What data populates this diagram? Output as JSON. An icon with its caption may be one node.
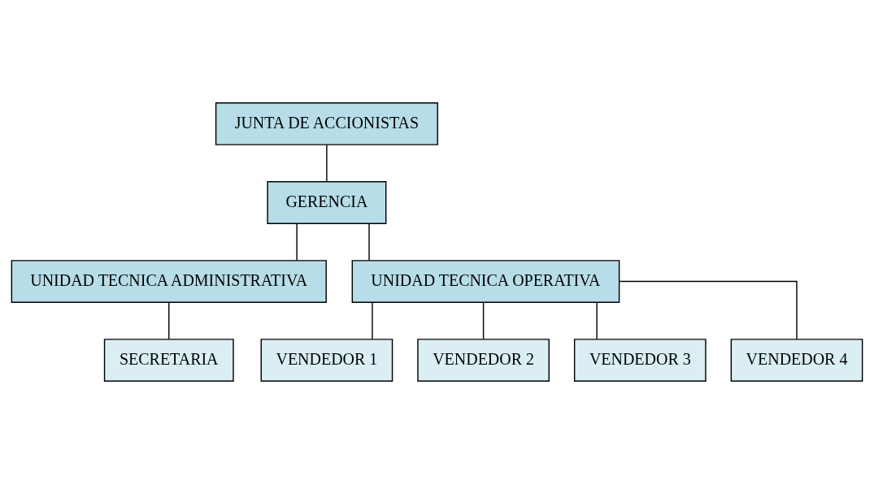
{
  "diagram": {
    "nodes": [
      {
        "text": [
          "JUNTA DE ACCIONISTAS"
        ]
      },
      {
        "text": [
          "GERENCIA"
        ]
      },
      {
        "text": [
          "UNIDAD TECNICA ADMINISTRATIVA"
        ]
      },
      {
        "text": [
          "UNIDAD TECNICA OPERATIVA"
        ]
      },
      {
        "text": [
          "SECRETARIA"
        ]
      },
      {
        "text": [
          "VENDEDOR 1"
        ]
      },
      {
        "text": [
          "VENDEDOR 2"
        ]
      },
      {
        "text": [
          "VENDEDOR 3"
        ]
      },
      {
        "text": [
          "VENDEDOR 4"
        ]
      }
    ],
    "edges": [
      {
        "from": 0,
        "to": 1,
        "arrow": "none"
      },
      {
        "from": 1,
        "to": 2,
        "arrow": "none"
      },
      {
        "from": 1,
        "to": 3,
        "arrow": "none"
      },
      {
        "from": 2,
        "to": 4,
        "arrow": "none"
      },
      {
        "from": 3,
        "to": 5,
        "arrow": "none"
      },
      {
        "from": 3,
        "to": 6,
        "arrow": "none"
      },
      {
        "from": 3,
        "to": 7,
        "arrow": "none"
      },
      {
        "from": 3,
        "to": 8,
        "arrow": "none"
      }
    ]
  }
}
